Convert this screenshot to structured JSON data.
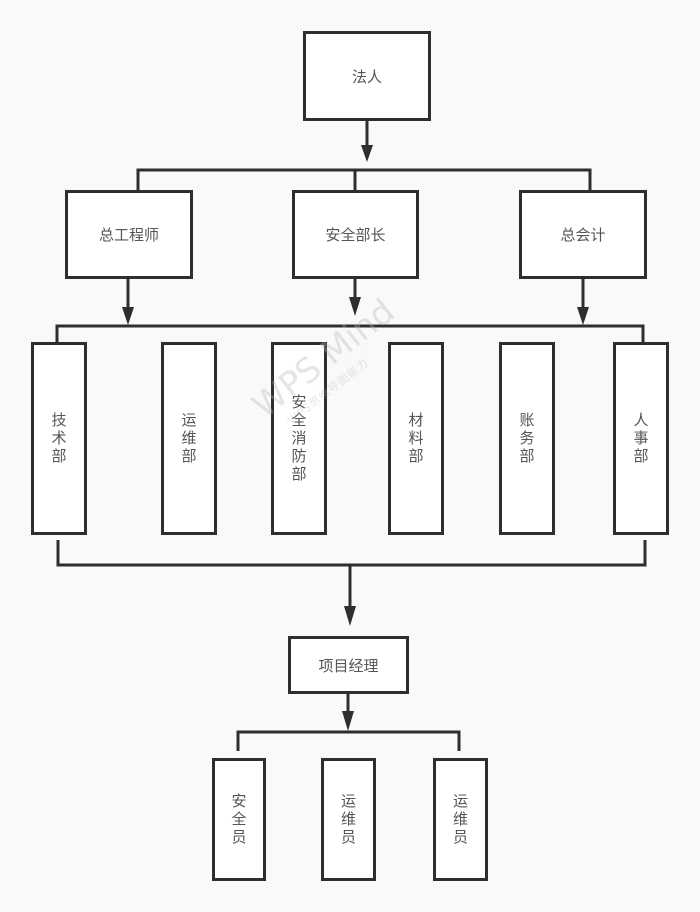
{
  "diagram": {
    "type": "org-chart",
    "colors": {
      "background": "#f9f9f9",
      "box_fill": "#ffffff",
      "stroke": "#2e2e2e",
      "text": "#555555"
    },
    "root": {
      "label": "法人"
    },
    "level2": [
      {
        "label": "总工程师"
      },
      {
        "label": "安全部长"
      },
      {
        "label": "总会计"
      }
    ],
    "departments": [
      {
        "label": "技术部"
      },
      {
        "label": "运维部"
      },
      {
        "label": "安全消防部"
      },
      {
        "label": "材料部"
      },
      {
        "label": "账务部"
      },
      {
        "label": "人事部"
      }
    ],
    "manager": {
      "label": "项目经理"
    },
    "staff": [
      {
        "label": "安全员"
      },
      {
        "label": "运维员"
      },
      {
        "label": "运维员"
      }
    ],
    "edges": [
      {
        "from": "法人",
        "to": [
          "总工程师",
          "安全部长",
          "总会计"
        ]
      },
      {
        "from": [
          "总工程师",
          "安全部长",
          "总会计"
        ],
        "to": [
          "技术部",
          "运维部",
          "安全消防部",
          "材料部",
          "账务部",
          "人事部"
        ]
      },
      {
        "from": [
          "技术部",
          "运维部",
          "安全消防部",
          "材料部",
          "账务部",
          "人事部"
        ],
        "to": "项目经理"
      },
      {
        "from": "项目经理",
        "to": [
          "安全员",
          "运维员",
          "运维员"
        ]
      }
    ],
    "watermark": {
      "title": "WPS Mind",
      "subtitle": "WPS思维导图能力"
    }
  }
}
